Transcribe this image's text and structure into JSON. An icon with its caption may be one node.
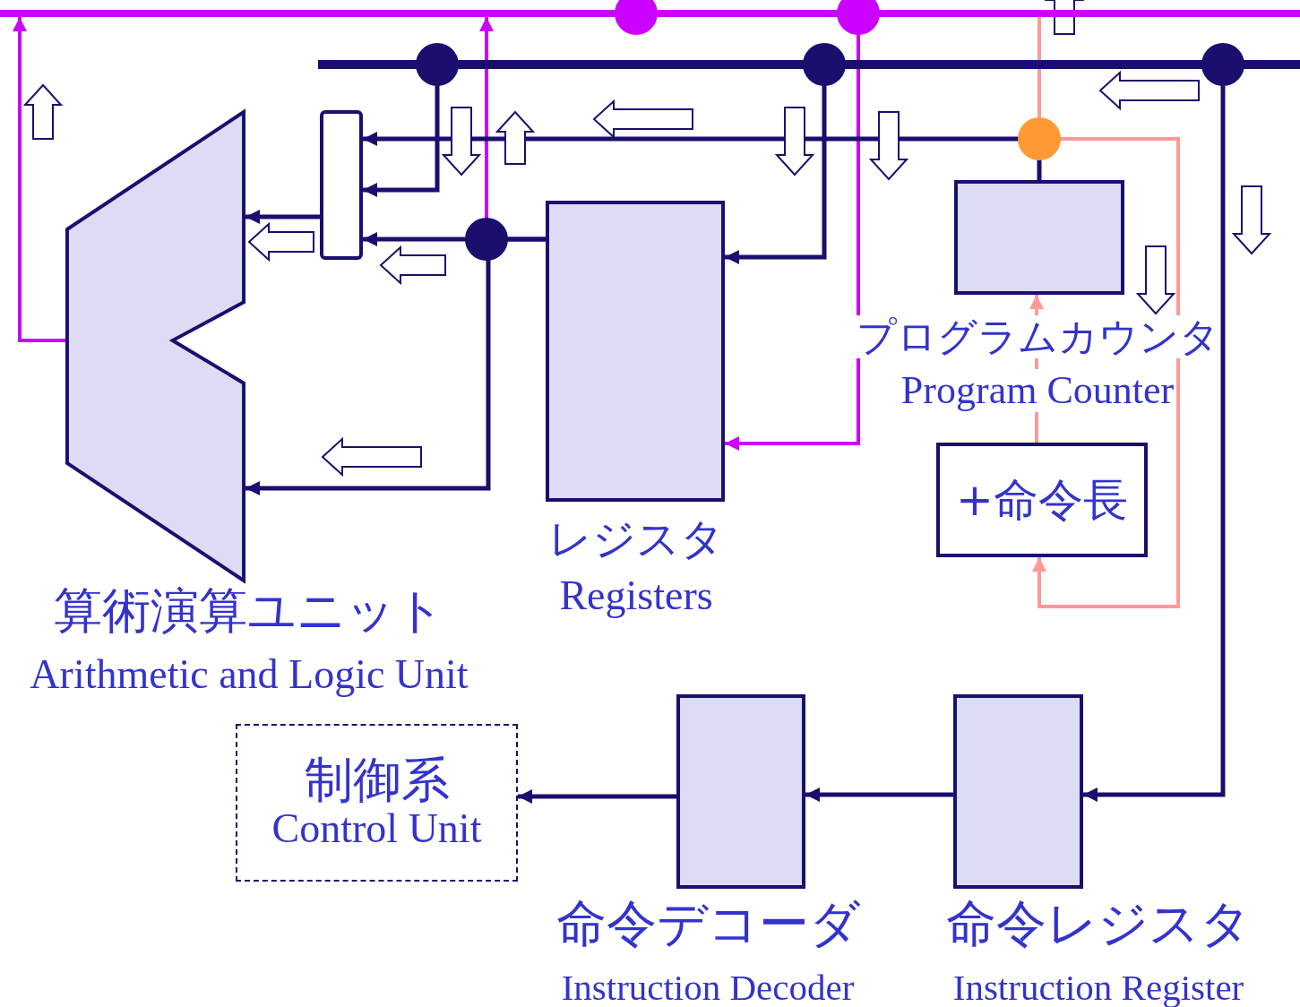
{
  "diagram": {
    "nodes": [
      {
        "text": [],
        "shape": "bar"
      },
      {
        "text": [],
        "shape": "bar"
      },
      {
        "text": [],
        "shape": "box"
      },
      {
        "text": [],
        "shape": "box",
        "beside": [
          "算術演算ユニット",
          "Arithmetic and Logic Unit"
        ]
      },
      {
        "text": [],
        "shape": "box",
        "beside": [
          "レジスタ",
          "Registers"
        ]
      },
      {
        "text": [],
        "shape": "box",
        "beside": [
          "プログラムカウンタ",
          "Program Counter"
        ]
      },
      {
        "text": [
          "+命令長"
        ]
      },
      {
        "text": [
          "制御系",
          "Control Unit"
        ]
      },
      {
        "text": [],
        "shape": "box",
        "beside": [
          "命令デコーダ",
          "Instruction Decoder"
        ]
      },
      {
        "text": [],
        "shape": "box",
        "beside": [
          "命令レジスタ",
          "Instruction Register"
        ]
      }
    ],
    "edges": [
      {
        "from": 3,
        "to": 0,
        "arrow": "to",
        "color": "#cc00ff"
      },
      {
        "from": 0,
        "to": 4,
        "arrow": "to",
        "color": "#cc00ff"
      },
      {
        "from": 4,
        "to": 0,
        "arrow": "to",
        "color": "#cc00ff"
      },
      {
        "from": 4,
        "to": 2,
        "arrow": "to"
      },
      {
        "from": 4,
        "to": 3,
        "arrow": "to"
      },
      {
        "from": 1,
        "to": 2,
        "arrow": "to"
      },
      {
        "from": 1,
        "to": 4,
        "arrow": "to"
      },
      {
        "from": 5,
        "to": 2,
        "arrow": "to"
      },
      {
        "from": 2,
        "to": 3,
        "arrow": "to"
      },
      {
        "from": 1,
        "to": 9,
        "arrow": "to"
      },
      {
        "from": 9,
        "to": 8,
        "arrow": "to"
      },
      {
        "from": 8,
        "to": 7,
        "arrow": "to"
      },
      {
        "from": 5,
        "to": 6,
        "arrow": "to",
        "color": "#ff9999"
      },
      {
        "from": 6,
        "to": 5,
        "arrow": "to",
        "color": "#ff9999"
      },
      {
        "from": 5,
        "to": 0,
        "arrow": "none",
        "color": "#ff9999"
      }
    ]
  }
}
